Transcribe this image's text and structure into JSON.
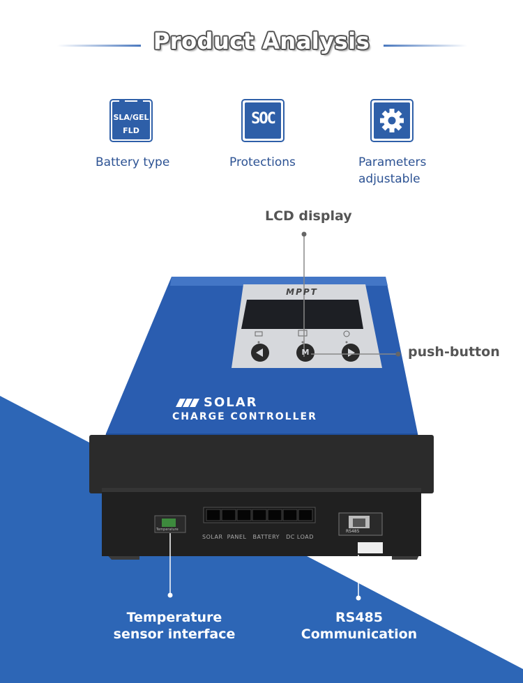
{
  "header": {
    "title": "Product Analysis"
  },
  "features": [
    {
      "label": "Battery type",
      "icon": "battery-icon",
      "icon_text_top": "SLA/GEL",
      "icon_text_bottom": "FLD"
    },
    {
      "label": "Protections",
      "icon": "soc-icon",
      "icon_text": "SOC"
    },
    {
      "label_line1": "Parameters",
      "label_line2": "adjustable",
      "icon": "gear-icon"
    }
  ],
  "callouts": {
    "lcd": "LCD display",
    "push_button": "push-button",
    "temp_line1": "Temperature",
    "temp_line2": "sensor interface",
    "rs485_line1": "RS485",
    "rs485_line2": "Communication"
  },
  "device": {
    "panel_label": "MPPT",
    "brand_line1": "SOLAR",
    "brand_line2": "CHARGE CONTROLLER",
    "button_mid": "M",
    "terminal_labels": "SOLAR  PANEL   BATTERY   DC LOAD",
    "port_label": "RS485",
    "sensor_label": "Temperature"
  },
  "colors": {
    "accent": "#2e5fa8",
    "device_blue": "#2a5db0",
    "label_blue": "#2c5293",
    "callout_gray": "#555555"
  }
}
